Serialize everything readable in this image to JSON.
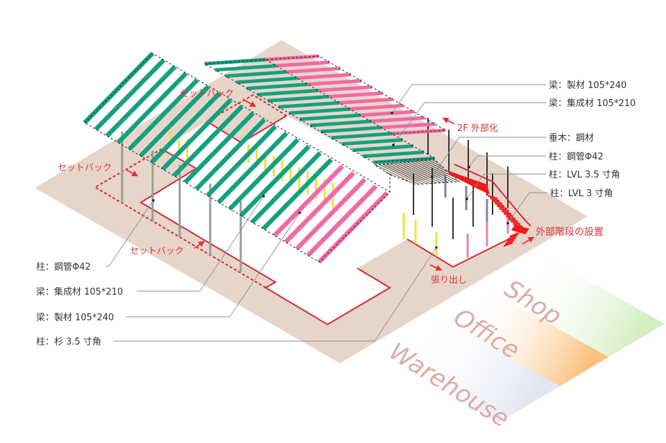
{
  "diagram": {
    "annotations": {
      "setback_top": "セットバック",
      "setback_left": "セットバック",
      "setback_bottom": "セットバック",
      "exterior_2f": "2F 外部化",
      "exterior_stair": "外部階段の設置",
      "overhang": "張り出し"
    },
    "labels_right": [
      "梁：製材 105*240",
      "梁：集成材 105*210",
      "垂木：鋼材",
      "柱：鋼管Φ42",
      "柱：LVL 3.5 寸角",
      "柱：LVL 3 寸角"
    ],
    "labels_left": [
      "柱：鋼管Φ42",
      "梁：集成材 105*210",
      "梁：製材 105*240",
      "柱：杉 3.5 寸角"
    ],
    "zones": [
      {
        "name": "Shop",
        "color": "#d3eec2"
      },
      {
        "name": "Office",
        "color": "#fbc07b"
      },
      {
        "name": "Warehouse",
        "color": "#e1e6f3"
      }
    ]
  },
  "colors": {
    "ground": "#e6d6c9",
    "outline_red": "#d92630",
    "annotation_red": "#e0303c",
    "stair_red": "#f01a1a",
    "beam_glulam": "#14a081",
    "beam_sawn": "#f06aa6",
    "column_steel_left": "#9b9b9b",
    "column_cedar": "#eee03a",
    "column_steel_right": "#333333",
    "column_lvl_35": "#8a7bab",
    "column_lvl_3": "#f07cb4",
    "rafter_steel": "#333333"
  }
}
